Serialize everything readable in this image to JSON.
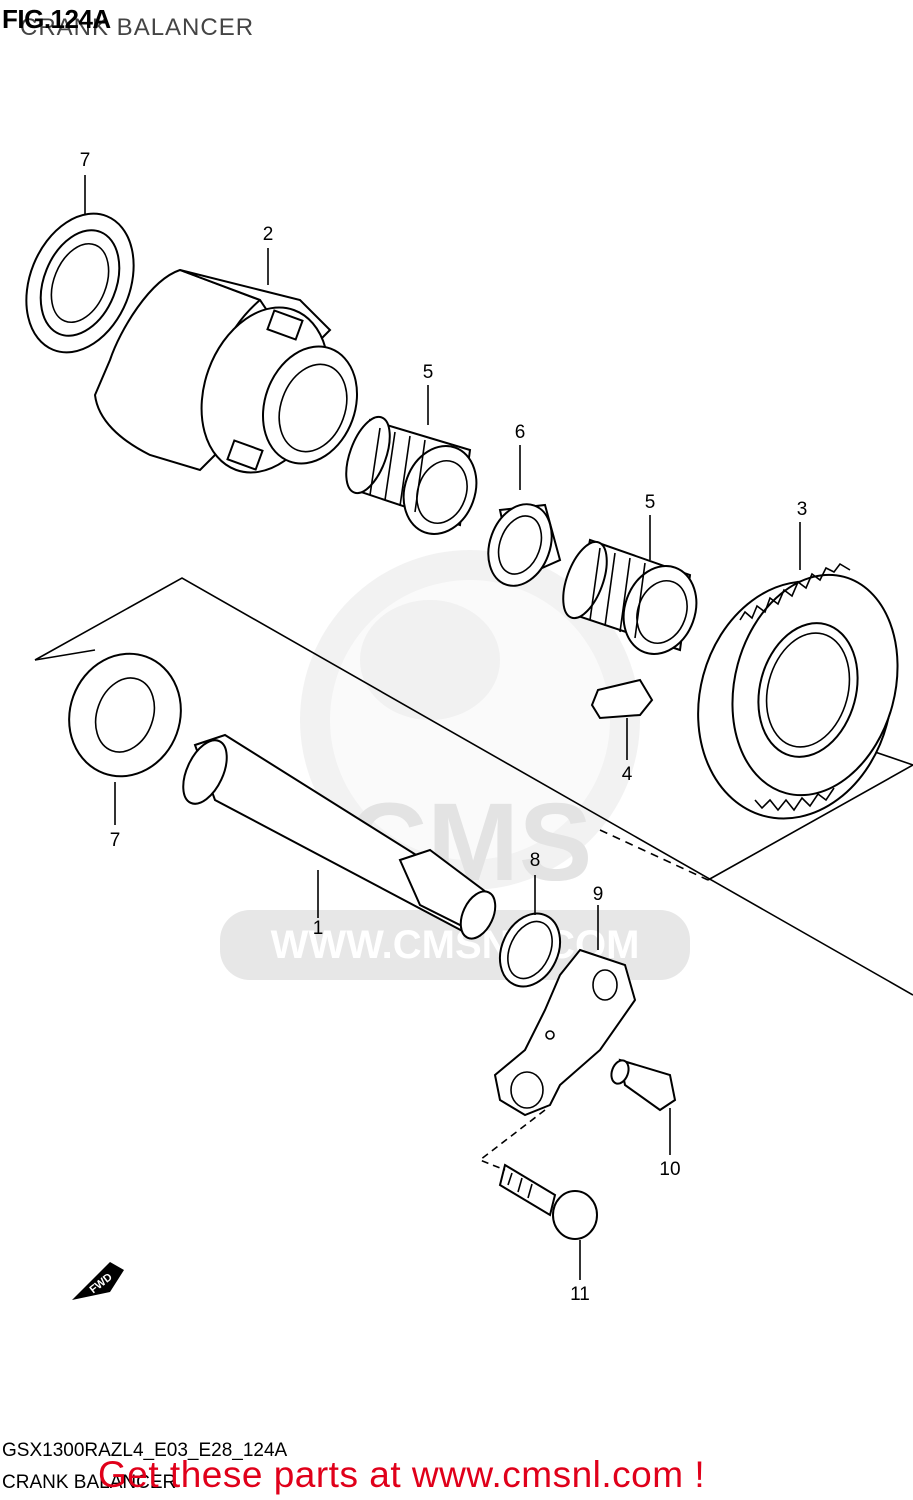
{
  "header": {
    "figure_title": "FIG.124A",
    "subtitle": "CRANK BALANCER"
  },
  "footer": {
    "model_code": "GSX1300RAZL4_E03_E28_124A",
    "group_name": "CRANK BALANCER",
    "promo": "Get these parts at www.cmsnl.com !"
  },
  "watermark": {
    "brand": "CMS",
    "url": "WWW.CMSNL.COM"
  },
  "fwd_badge": "FWD",
  "callouts": {
    "p7_top": "7",
    "p2": "2",
    "p5_left": "5",
    "p6": "6",
    "p5_right": "5",
    "p3": "3",
    "p4": "4",
    "p7_bottom": "7",
    "p8": "8",
    "p9": "9",
    "p1": "1",
    "p10": "10",
    "p11": "11"
  },
  "colors": {
    "promo_text": "#e0001a",
    "line_art": "#000000",
    "watermark": "#e3e3e3"
  }
}
